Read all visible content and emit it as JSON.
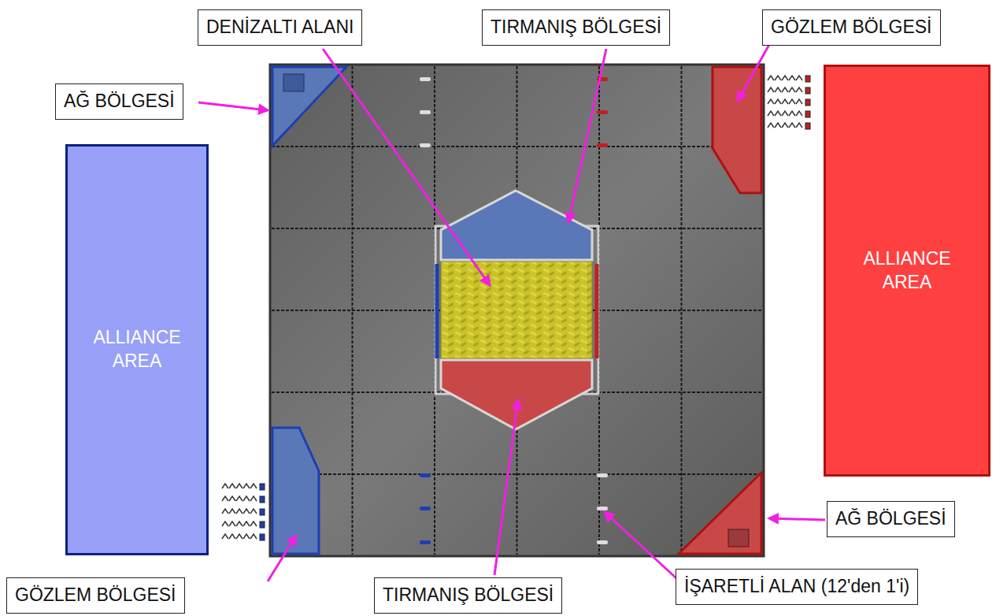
{
  "diagram": {
    "nodes": [
      {
        "text": [
          "DENİZALTI ALANI"
        ]
      },
      {
        "text": [
          "TIRMANIŞ BÖLGESİ"
        ]
      },
      {
        "text": [
          "GÖZLEM BÖLGESİ"
        ]
      },
      {
        "text": [
          "AĞ BÖLGESİ"
        ]
      },
      {
        "text": [
          "ALLIANCE AREA"
        ]
      },
      {
        "text": [
          "ALLIANCE AREA"
        ]
      },
      {
        "text": [
          "AĞ BÖLGESİ"
        ]
      },
      {
        "text": [
          "GÖZLEM BÖLGESİ"
        ]
      },
      {
        "text": [
          "TIRMANIŞ BÖLGESİ"
        ]
      },
      {
        "text": [
          "İŞARETLİ ALAN (12'den 1'i)"
        ]
      }
    ]
  }
}
